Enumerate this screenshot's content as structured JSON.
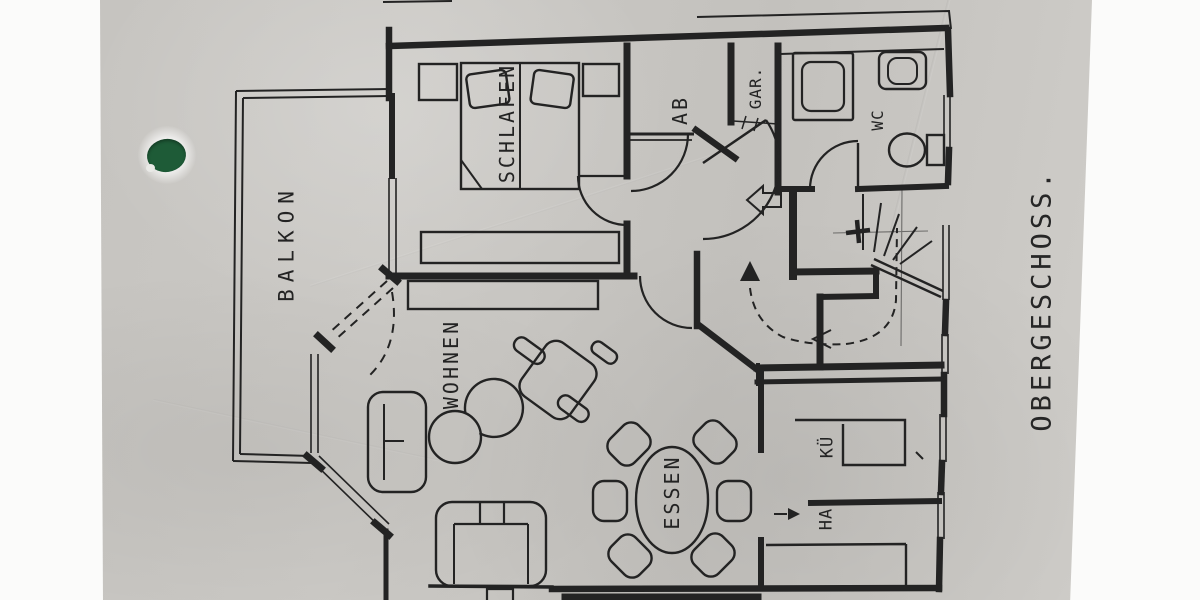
{
  "document": {
    "kind": "scanned floor plan, rotated 90° counter-clockwise on grey paper with green punch hole",
    "plan_title": "OBERGESCHOSS."
  },
  "rooms": {
    "balcony": "BALKON",
    "bedroom": "SCHLAFEN",
    "storage": "AB",
    "wardrobe": "GAR.",
    "bathroom": "WC",
    "living": "WOHNEN",
    "dining": "ESSEN",
    "kitchen": "KÜ",
    "utility": "HA"
  },
  "colors": {
    "paper": "#c7c5c1",
    "ink": "#232323",
    "punch_hole_green": "#1e5b37",
    "background": "#fbfbfa"
  }
}
